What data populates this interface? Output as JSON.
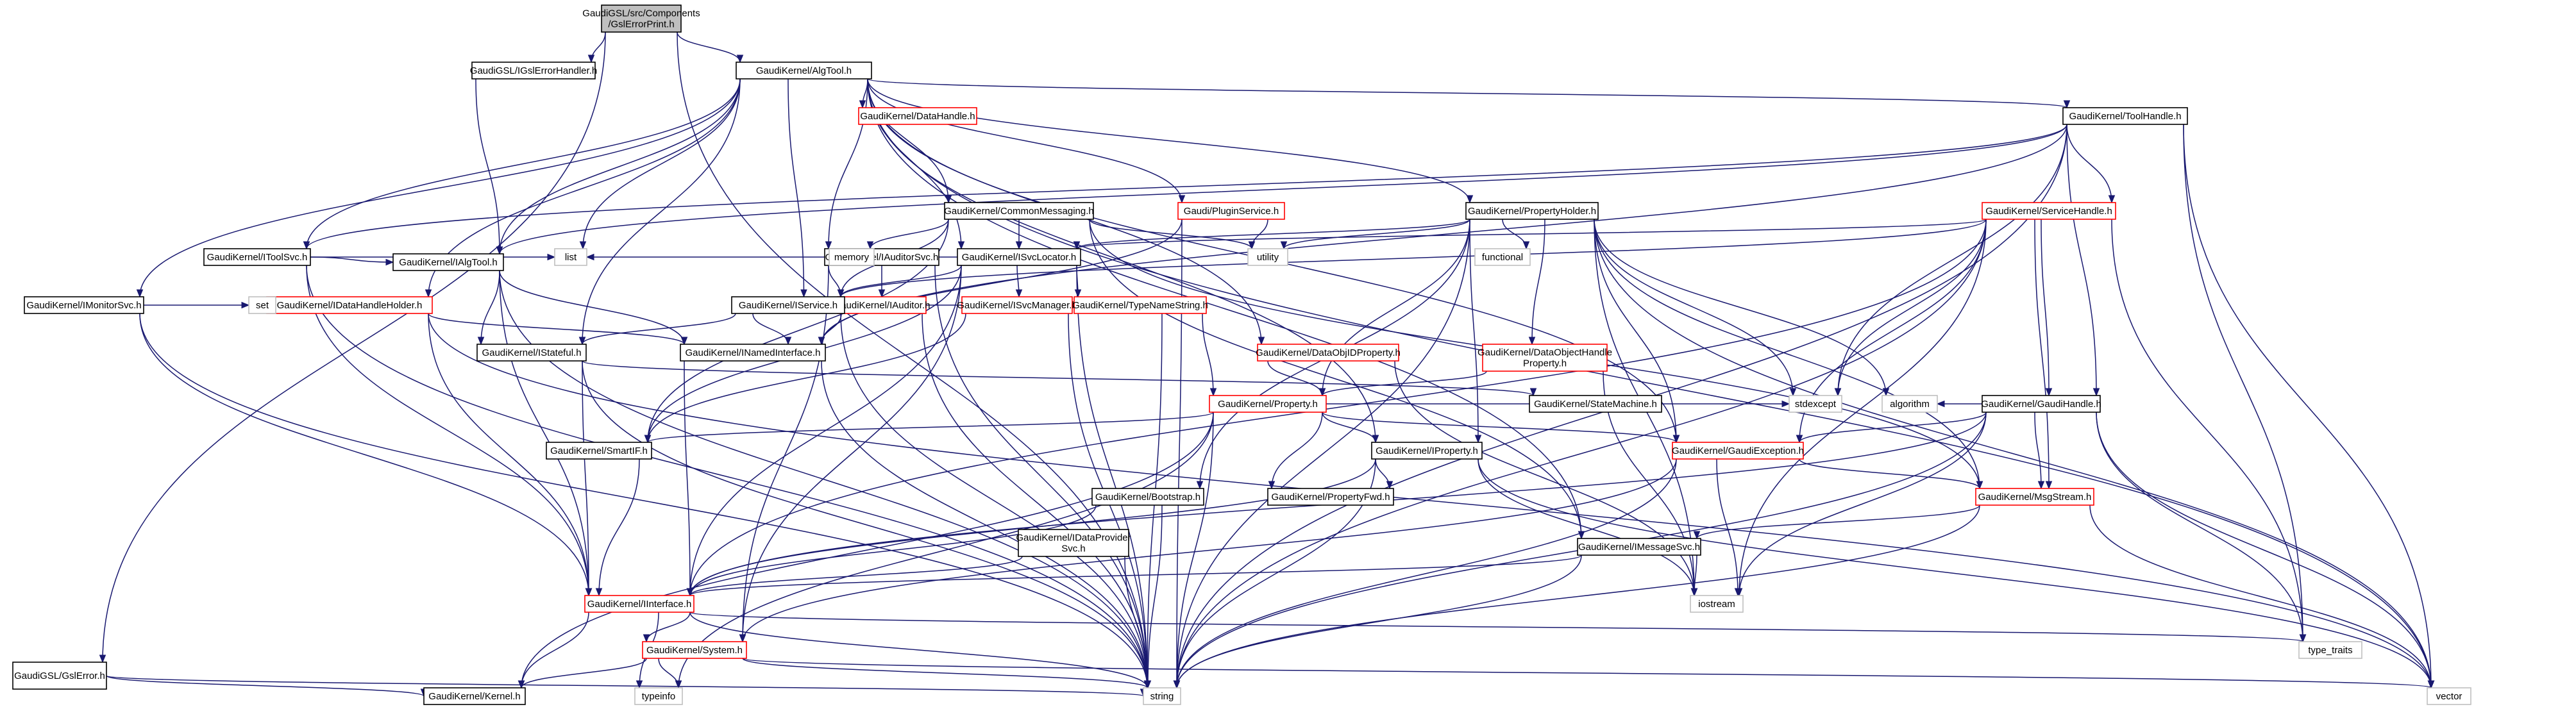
{
  "diagram": {
    "title": "Include dependency graph for GslErrorPrint.h",
    "colors": {
      "edge": "#191970",
      "root_fill": "#bfbfbf",
      "missing_border": "#ff0000",
      "external_border": "#bfbfbf"
    },
    "nodes": [
      {
        "id": "root",
        "lines": [
          "GaudiGSL/src/Components",
          "/GslErrorPrint.h"
        ],
        "style": "gray"
      },
      {
        "id": "igslerror",
        "lines": [
          "GaudiGSL/IGslErrorHandler.h"
        ],
        "style": "plain"
      },
      {
        "id": "algtool",
        "lines": [
          "GaudiKernel/AlgTool.h"
        ],
        "style": "plain"
      },
      {
        "id": "gslerror",
        "lines": [
          "GaudiGSL/GslError.h"
        ],
        "style": "plain"
      },
      {
        "id": "imonitorsvc",
        "lines": [
          "GaudiKernel/IMonitorSvc.h"
        ],
        "style": "plain"
      },
      {
        "id": "idatahandleholder",
        "lines": [
          "GaudiKernel/IDataHandleHolder.h"
        ],
        "style": "red"
      },
      {
        "id": "ialgtool",
        "lines": [
          "GaudiKernel/IAlgTool.h"
        ],
        "style": "plain"
      },
      {
        "id": "itoolsvc",
        "lines": [
          "GaudiKernel/IToolSvc.h"
        ],
        "style": "plain"
      },
      {
        "id": "datahandle",
        "lines": [
          "GaudiKernel/DataHandle.h"
        ],
        "style": "red"
      },
      {
        "id": "commonmessaging",
        "lines": [
          "GaudiKernel/CommonMessaging.h"
        ],
        "style": "plain"
      },
      {
        "id": "pluginservice",
        "lines": [
          "Gaudi/PluginService.h"
        ],
        "style": "red"
      },
      {
        "id": "propertyholder",
        "lines": [
          "GaudiKernel/PropertyHolder.h"
        ],
        "style": "plain"
      },
      {
        "id": "toolhandle",
        "lines": [
          "GaudiKernel/ToolHandle.h"
        ],
        "style": "plain"
      },
      {
        "id": "servicehandle",
        "lines": [
          "GaudiKernel/ServiceHandle.h"
        ],
        "style": "red"
      },
      {
        "id": "isvclocator",
        "lines": [
          "GaudiKernel/ISvcLocator.h"
        ],
        "style": "plain"
      },
      {
        "id": "iauditorsvc",
        "lines": [
          "GaudiKernel/IAuditorSvc.h"
        ],
        "style": "plain"
      },
      {
        "id": "isvcmanager",
        "lines": [
          "GaudiKernel/ISvcManager.h"
        ],
        "style": "red"
      },
      {
        "id": "iauditor",
        "lines": [
          "GaudiKernel/IAuditor.h"
        ],
        "style": "red"
      },
      {
        "id": "typenamestring",
        "lines": [
          "GaudiKernel/TypeNameString.h"
        ],
        "style": "red"
      },
      {
        "id": "iservice",
        "lines": [
          "GaudiKernel/IService.h"
        ],
        "style": "plain"
      },
      {
        "id": "istateful",
        "lines": [
          "GaudiKernel/IStateful.h"
        ],
        "style": "plain"
      },
      {
        "id": "inamedinterface",
        "lines": [
          "GaudiKernel/INamedInterface.h"
        ],
        "style": "plain"
      },
      {
        "id": "dataobjidproperty",
        "lines": [
          "GaudiKernel/DataObjIDProperty.h"
        ],
        "style": "red"
      },
      {
        "id": "dataobjecthandleproperty",
        "lines": [
          "GaudiKernel/DataObjectHandle",
          "Property.h"
        ],
        "style": "red"
      },
      {
        "id": "statemachine",
        "lines": [
          "GaudiKernel/StateMachine.h"
        ],
        "style": "plain"
      },
      {
        "id": "gaudihandle",
        "lines": [
          "GaudiKernel/GaudiHandle.h"
        ],
        "style": "plain"
      },
      {
        "id": "property",
        "lines": [
          "GaudiKernel/Property.h"
        ],
        "style": "red"
      },
      {
        "id": "smartif",
        "lines": [
          "GaudiKernel/SmartIF.h"
        ],
        "style": "plain"
      },
      {
        "id": "iproperty",
        "lines": [
          "GaudiKernel/IProperty.h"
        ],
        "style": "plain"
      },
      {
        "id": "gaudiexception",
        "lines": [
          "GaudiKernel/GaudiException.h"
        ],
        "style": "red"
      },
      {
        "id": "propertyfwd",
        "lines": [
          "GaudiKernel/PropertyFwd.h"
        ],
        "style": "plain"
      },
      {
        "id": "bootstrap",
        "lines": [
          "GaudiKernel/Bootstrap.h"
        ],
        "style": "plain"
      },
      {
        "id": "msgstream",
        "lines": [
          "GaudiKernel/MsgStream.h"
        ],
        "style": "red"
      },
      {
        "id": "idataprovidersvc",
        "lines": [
          "GaudiKernel/IDataProvider",
          "Svc.h"
        ],
        "style": "plain"
      },
      {
        "id": "imessagesvc",
        "lines": [
          "GaudiKernel/IMessageSvc.h"
        ],
        "style": "plain"
      },
      {
        "id": "iinterface",
        "lines": [
          "GaudiKernel/IInterface.h"
        ],
        "style": "red"
      },
      {
        "id": "system",
        "lines": [
          "GaudiKernel/System.h"
        ],
        "style": "red"
      },
      {
        "id": "kernel",
        "lines": [
          "GaudiKernel/Kernel.h"
        ],
        "style": "plain"
      },
      {
        "id": "list",
        "lines": [
          "list"
        ],
        "style": "ext"
      },
      {
        "id": "set",
        "lines": [
          "set"
        ],
        "style": "ext"
      },
      {
        "id": "memory",
        "lines": [
          "memory"
        ],
        "style": "ext"
      },
      {
        "id": "utility",
        "lines": [
          "utility"
        ],
        "style": "ext"
      },
      {
        "id": "functional",
        "lines": [
          "functional"
        ],
        "style": "ext"
      },
      {
        "id": "stdexcept",
        "lines": [
          "stdexcept"
        ],
        "style": "ext"
      },
      {
        "id": "algorithm",
        "lines": [
          "algorithm"
        ],
        "style": "ext"
      },
      {
        "id": "iostream",
        "lines": [
          "iostream"
        ],
        "style": "ext"
      },
      {
        "id": "type_traits",
        "lines": [
          "type_traits"
        ],
        "style": "ext"
      },
      {
        "id": "typeinfo",
        "lines": [
          "typeinfo"
        ],
        "style": "ext"
      },
      {
        "id": "string",
        "lines": [
          "string"
        ],
        "style": "ext"
      },
      {
        "id": "vector",
        "lines": [
          "vector"
        ],
        "style": "ext"
      }
    ],
    "edges": [
      [
        "root",
        "igslerror"
      ],
      [
        "root",
        "algtool"
      ],
      [
        "root",
        "gslerror"
      ],
      [
        "root",
        "string"
      ],
      [
        "igslerror",
        "ialgtool"
      ],
      [
        "gslerror",
        "string"
      ],
      [
        "gslerror",
        "kernel"
      ],
      [
        "algtool",
        "imonitorsvc"
      ],
      [
        "algtool",
        "idatahandleholder"
      ],
      [
        "algtool",
        "ialgtool"
      ],
      [
        "algtool",
        "itoolsvc"
      ],
      [
        "algtool",
        "datahandle"
      ],
      [
        "algtool",
        "commonmessaging"
      ],
      [
        "algtool",
        "pluginservice"
      ],
      [
        "algtool",
        "propertyholder"
      ],
      [
        "algtool",
        "toolhandle"
      ],
      [
        "algtool",
        "isvclocator"
      ],
      [
        "algtool",
        "iauditorsvc"
      ],
      [
        "algtool",
        "iservice"
      ],
      [
        "algtool",
        "istateful"
      ],
      [
        "algtool",
        "dataobjidproperty"
      ],
      [
        "algtool",
        "imessagesvc"
      ],
      [
        "algtool",
        "list"
      ],
      [
        "algtool",
        "vector"
      ],
      [
        "algtool",
        "gaudiexception"
      ],
      [
        "algtool",
        "iproperty"
      ],
      [
        "imonitorsvc",
        "set"
      ],
      [
        "imonitorsvc",
        "iinterface"
      ],
      [
        "imonitorsvc",
        "string"
      ],
      [
        "idatahandleholder",
        "set"
      ],
      [
        "idatahandleholder",
        "inamedinterface"
      ],
      [
        "idatahandleholder",
        "vector"
      ],
      [
        "idatahandleholder",
        "iinterface"
      ],
      [
        "itoolsvc",
        "ialgtool"
      ],
      [
        "itoolsvc",
        "list"
      ],
      [
        "itoolsvc",
        "iinterface"
      ],
      [
        "itoolsvc",
        "string"
      ],
      [
        "ialgtool",
        "inamedinterface"
      ],
      [
        "ialgtool",
        "istateful"
      ],
      [
        "ialgtool",
        "string"
      ],
      [
        "ialgtool",
        "iinterface"
      ],
      [
        "commonmessaging",
        "isvclocator"
      ],
      [
        "commonmessaging",
        "memory"
      ],
      [
        "commonmessaging",
        "utility"
      ],
      [
        "commonmessaging",
        "iservice"
      ],
      [
        "commonmessaging",
        "imessagesvc"
      ],
      [
        "commonmessaging",
        "msgstream"
      ],
      [
        "commonmessaging",
        "smartif"
      ],
      [
        "pluginservice",
        "utility"
      ],
      [
        "pluginservice",
        "string"
      ],
      [
        "pluginservice",
        "inamedinterface"
      ],
      [
        "propertyholder",
        "isvclocator"
      ],
      [
        "propertyholder",
        "utility"
      ],
      [
        "propertyholder",
        "functional"
      ],
      [
        "propertyholder",
        "property"
      ],
      [
        "propertyholder",
        "iproperty"
      ],
      [
        "propertyholder",
        "dataobjecthandleproperty"
      ],
      [
        "propertyholder",
        "stdexcept"
      ],
      [
        "propertyholder",
        "algorithm"
      ],
      [
        "propertyholder",
        "iostream"
      ],
      [
        "propertyholder",
        "string"
      ],
      [
        "propertyholder",
        "vector"
      ],
      [
        "propertyholder",
        "bootstrap"
      ],
      [
        "propertyholder",
        "msgstream"
      ],
      [
        "propertyholder",
        "gaudiexception"
      ],
      [
        "toolhandle",
        "itoolsvc"
      ],
      [
        "toolhandle",
        "ialgtool"
      ],
      [
        "toolhandle",
        "servicehandle"
      ],
      [
        "toolhandle",
        "gaudihandle"
      ],
      [
        "toolhandle",
        "inamedinterface"
      ],
      [
        "toolhandle",
        "stdexcept"
      ],
      [
        "toolhandle",
        "type_traits"
      ],
      [
        "toolhandle",
        "string"
      ],
      [
        "toolhandle",
        "vector"
      ],
      [
        "servicehandle",
        "isvclocator"
      ],
      [
        "servicehandle",
        "gaudihandle"
      ],
      [
        "servicehandle",
        "gaudiexception"
      ],
      [
        "servicehandle",
        "msgstream"
      ],
      [
        "servicehandle",
        "iservice"
      ],
      [
        "servicehandle",
        "stdexcept"
      ],
      [
        "servicehandle",
        "type_traits"
      ],
      [
        "servicehandle",
        "string"
      ],
      [
        "servicehandle",
        "iinterface"
      ],
      [
        "servicehandle",
        "iostream"
      ],
      [
        "isvclocator",
        "list"
      ],
      [
        "isvclocator",
        "isvcmanager"
      ],
      [
        "isvclocator",
        "typenamestring"
      ],
      [
        "isvclocator",
        "iservice"
      ],
      [
        "isvclocator",
        "smartif"
      ],
      [
        "isvclocator",
        "iinterface"
      ],
      [
        "isvclocator",
        "string"
      ],
      [
        "isvclocator",
        "system"
      ],
      [
        "iauditorsvc",
        "iauditor"
      ],
      [
        "iauditorsvc",
        "iservice"
      ],
      [
        "iauditorsvc",
        "system"
      ],
      [
        "iauditorsvc",
        "string"
      ],
      [
        "isvcmanager",
        "iservice"
      ],
      [
        "isvcmanager",
        "typenamestring"
      ],
      [
        "isvcmanager",
        "smartif"
      ],
      [
        "isvcmanager",
        "string"
      ],
      [
        "iauditor",
        "inamedinterface"
      ],
      [
        "iauditor",
        "string"
      ],
      [
        "typenamestring",
        "property"
      ],
      [
        "typenamestring",
        "string"
      ],
      [
        "iservice",
        "istateful"
      ],
      [
        "iservice",
        "inamedinterface"
      ],
      [
        "iservice",
        "string"
      ],
      [
        "istateful",
        "iinterface"
      ],
      [
        "istateful",
        "statemachine"
      ],
      [
        "istateful",
        "string"
      ],
      [
        "inamedinterface",
        "iinterface"
      ],
      [
        "inamedinterface",
        "string"
      ],
      [
        "dataobjidproperty",
        "property"
      ],
      [
        "dataobjidproperty",
        "iostream"
      ],
      [
        "dataobjecthandleproperty",
        "property"
      ],
      [
        "dataobjecthandleproperty",
        "iostream"
      ],
      [
        "gaudihandle",
        "gaudiexception"
      ],
      [
        "gaudihandle",
        "iinterface"
      ],
      [
        "gaudihandle",
        "msgstream"
      ],
      [
        "gaudihandle",
        "algorithm"
      ],
      [
        "gaudihandle",
        "iostream"
      ],
      [
        "gaudihandle",
        "string"
      ],
      [
        "gaudihandle",
        "type_traits"
      ],
      [
        "gaudihandle",
        "vector"
      ],
      [
        "property",
        "smartif"
      ],
      [
        "property",
        "iproperty"
      ],
      [
        "property",
        "propertyfwd"
      ],
      [
        "property",
        "stdexcept"
      ],
      [
        "property",
        "string"
      ],
      [
        "property",
        "typeinfo"
      ],
      [
        "property",
        "kernel"
      ],
      [
        "property",
        "gaudiexception"
      ],
      [
        "smartif",
        "iinterface"
      ],
      [
        "iproperty",
        "propertyfwd"
      ],
      [
        "iproperty",
        "iinterface"
      ],
      [
        "iproperty",
        "iostream"
      ],
      [
        "iproperty",
        "string"
      ],
      [
        "iproperty",
        "vector"
      ],
      [
        "gaudiexception",
        "msgstream"
      ],
      [
        "gaudiexception",
        "system"
      ],
      [
        "gaudiexception",
        "iostream"
      ],
      [
        "gaudiexception",
        "string"
      ],
      [
        "bootstrap",
        "iinterface"
      ],
      [
        "bootstrap",
        "string"
      ],
      [
        "msgstream",
        "imessagesvc"
      ],
      [
        "msgstream",
        "string"
      ],
      [
        "msgstream",
        "vector"
      ],
      [
        "idataprovidersvc",
        "iinterface"
      ],
      [
        "idataprovidersvc",
        "string"
      ],
      [
        "imessagesvc",
        "iinterface"
      ],
      [
        "imessagesvc",
        "iostream"
      ],
      [
        "imessagesvc",
        "string"
      ],
      [
        "iinterface",
        "kernel"
      ],
      [
        "iinterface",
        "system"
      ],
      [
        "iinterface",
        "typeinfo"
      ],
      [
        "iinterface",
        "type_traits"
      ],
      [
        "iinterface",
        "string"
      ],
      [
        "system",
        "kernel"
      ],
      [
        "system",
        "typeinfo"
      ],
      [
        "system",
        "string"
      ],
      [
        "system",
        "vector"
      ]
    ]
  }
}
